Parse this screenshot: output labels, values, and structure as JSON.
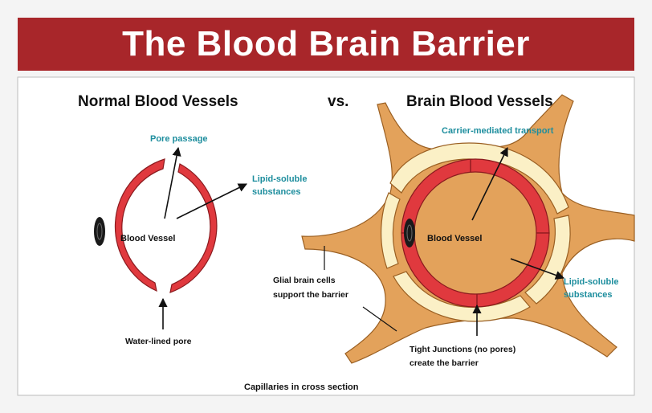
{
  "title": "The Blood Brain Barrier",
  "headings": {
    "left": "Normal Blood Vessels",
    "vs": "vs.",
    "right": "Brain Blood Vessels"
  },
  "left_labels": {
    "pore_passage": "Pore passage",
    "lipid_1": "Lipid-soluble",
    "lipid_2": "substances",
    "blood_vessel": "Blood Vessel",
    "water_pore": "Water-lined pore"
  },
  "right_labels": {
    "carrier": "Carrier-mediated transport",
    "blood_vessel": "Blood Vessel",
    "lipid_1": "Lipid-soluble",
    "lipid_2": "substances",
    "glial_1": "Glial brain cells",
    "glial_2": "support the barrier",
    "tight_1": "Tight Junctions (no pores)",
    "tight_2": "create the barrier"
  },
  "caption": "Capillaries in cross section",
  "colors": {
    "title_bar": "#a8262a",
    "vessel_red": "#e0393e",
    "vessel_outline": "#8a1a1e",
    "glial_orange": "#e3a25b",
    "glial_cream": "#fbf0c6",
    "teal_text": "#1e8e9e"
  }
}
